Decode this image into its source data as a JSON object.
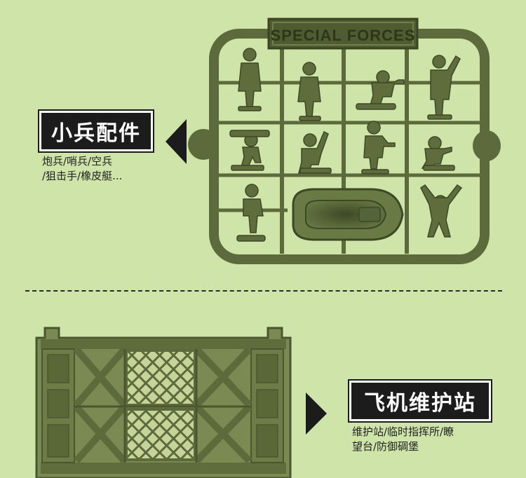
{
  "sprue": {
    "banner_text": "SPECIAL FORCES"
  },
  "soldiers_section": {
    "title": "小兵配件",
    "description_lines": [
      "炮兵/哨兵/空兵",
      "/狙击手/橡皮艇..."
    ]
  },
  "station_section": {
    "title": "飞机维护站",
    "description_lines": [
      "维护站/临时指挥所/瞭",
      "望台/防御碉堡"
    ]
  },
  "colors": {
    "background": "#cfe4a8",
    "olive_plastic": "#5d6b3c",
    "olive_dark": "#3f4a27",
    "label_bg": "#1c1c1c"
  }
}
